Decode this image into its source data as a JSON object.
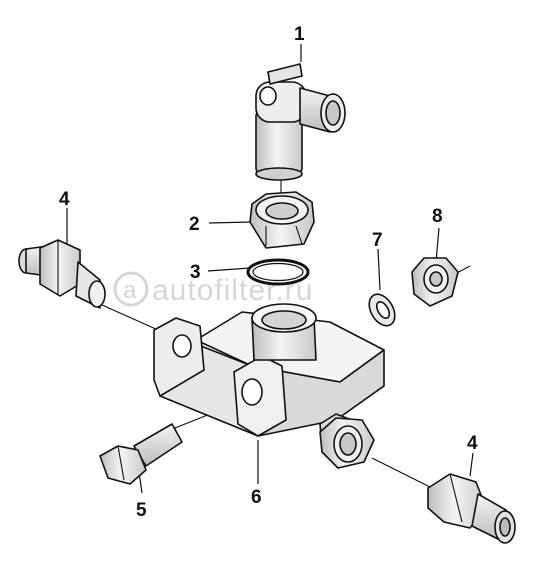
{
  "watermark": {
    "text": "autofilter.ru"
  },
  "callouts": [
    {
      "id": "1",
      "text": "1"
    },
    {
      "id": "2",
      "text": "2"
    },
    {
      "id": "3",
      "text": "3"
    },
    {
      "id": "4a",
      "text": "4"
    },
    {
      "id": "4b",
      "text": "4"
    },
    {
      "id": "5",
      "text": "5"
    },
    {
      "id": "6",
      "text": "6"
    },
    {
      "id": "7",
      "text": "7"
    },
    {
      "id": "8",
      "text": "8"
    }
  ],
  "colors": {
    "line": "#111111",
    "fill_light": "#f2f2f2",
    "fill_mid": "#dcdcdc",
    "fill_dark": "#bdbdbd",
    "watermark": "#d6d6d6"
  }
}
